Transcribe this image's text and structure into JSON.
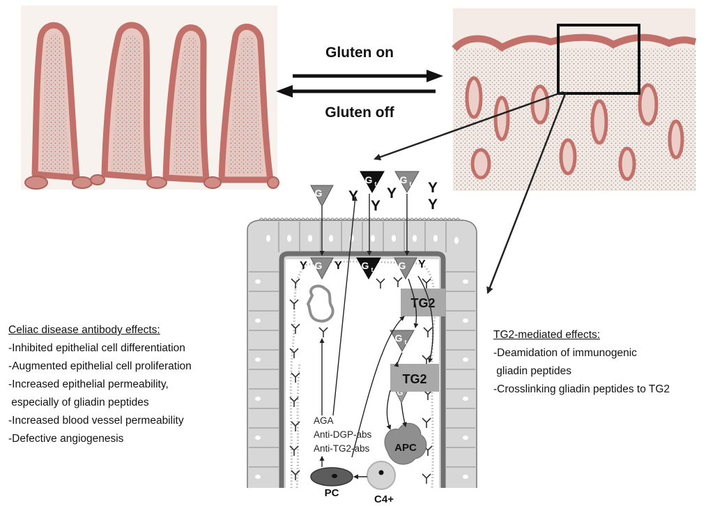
{
  "arrows": {
    "gluten_on": "Gluten on",
    "gluten_off": "Gluten off"
  },
  "antigen_labels": {
    "g": "G",
    "gt_main": "G",
    "gt_sub": "t"
  },
  "cell_labels": {
    "tg2_top": "TG2",
    "tg2_bottom": "TG2",
    "apc": "APC",
    "pc": "PC",
    "c4": "C4+"
  },
  "antibody_list": [
    "AGA",
    "Anti-DGP-abs",
    "Anti-TG2-abs"
  ],
  "left_panel": {
    "heading": "Celiac disease antibody effects:",
    "items": [
      "-Inhibited epithelial cell differentiation",
      "-Augmented epithelial cell proliferation",
      "-Increased epithelial permeability,",
      " especially of gliadin peptides",
      "-Increased blood vessel permeability",
      "-Defective angiogenesis"
    ]
  },
  "right_panel": {
    "heading": "TG2-mediated effects:",
    "items": [
      "-Deamidation of immunogenic",
      " gliadin peptides",
      "-Crosslinking gliadin peptides to TG2"
    ]
  },
  "colors": {
    "tissue_pink": "#c2706a",
    "stroma": "#efe3dc",
    "cell_grey": "#d9d9d9",
    "dark_grey": "#6e6e6e"
  }
}
